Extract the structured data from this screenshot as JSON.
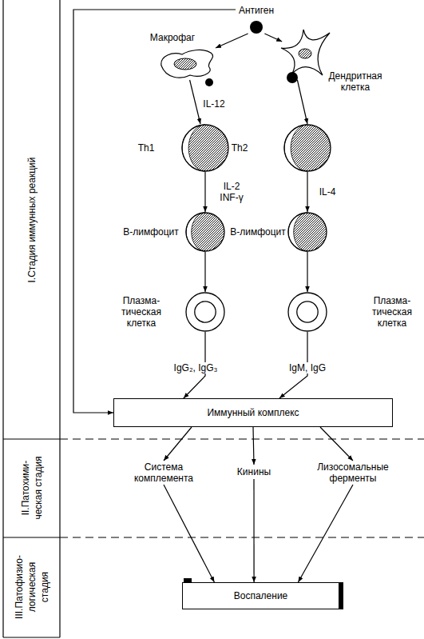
{
  "diagram": {
    "nodes": [
      {
        "text": [
          "Антиген"
        ]
      },
      {
        "text": [
          "Макрофаг"
        ]
      },
      {
        "text": [
          "Дендритная клетка"
        ]
      },
      {
        "text": [
          "Th1"
        ]
      },
      {
        "text": [
          "Th2"
        ]
      },
      {
        "text": [
          "В-лимфоцит"
        ]
      },
      {
        "text": [
          "В-лимфоцит"
        ]
      },
      {
        "text": [
          "Плазма- тическая клетка"
        ]
      },
      {
        "text": [
          "Плазма- тическая клетка"
        ]
      },
      {
        "text": [
          "Иммунный комплекс"
        ]
      },
      {
        "text": [
          "Система комплемента"
        ]
      },
      {
        "text": [
          "Кинины"
        ]
      },
      {
        "text": [
          "Лизосомальные ферменты"
        ]
      },
      {
        "text": [
          "Воспаление"
        ]
      }
    ],
    "edges": [
      {
        "from": 0,
        "to": 1,
        "arrow": "to"
      },
      {
        "from": 0,
        "to": 2,
        "arrow": "to"
      },
      {
        "from": 0,
        "to": 9,
        "arrow": "to"
      },
      {
        "from": 1,
        "to": 3,
        "label": "IL-12",
        "arrow": "to"
      },
      {
        "from": 2,
        "to": 4,
        "arrow": "to"
      },
      {
        "from": 3,
        "to": 5,
        "label": "IL-2 INF-γ",
        "arrow": "to"
      },
      {
        "from": 4,
        "to": 6,
        "label": "IL-4",
        "arrow": "to"
      },
      {
        "from": 5,
        "to": 7,
        "arrow": "to"
      },
      {
        "from": 6,
        "to": 8,
        "arrow": "to"
      },
      {
        "from": 7,
        "to": 9,
        "label": "IgG₂, IgG₃",
        "arrow": "to"
      },
      {
        "from": 8,
        "to": 9,
        "label": "IgM, IgG",
        "arrow": "to"
      },
      {
        "from": 9,
        "to": 10,
        "arrow": "to"
      },
      {
        "from": 9,
        "to": 11,
        "arrow": "to"
      },
      {
        "from": 9,
        "to": 12,
        "arrow": "to"
      },
      {
        "from": 10,
        "to": 13,
        "arrow": "to"
      },
      {
        "from": 11,
        "to": 13,
        "arrow": "to"
      },
      {
        "from": 12,
        "to": 13,
        "arrow": "to"
      }
    ],
    "labels": [
      "I.Стадия иммунных реакций",
      "II.Патохими- ческая стадия",
      "III.Патофизио- логическая стадия"
    ]
  }
}
